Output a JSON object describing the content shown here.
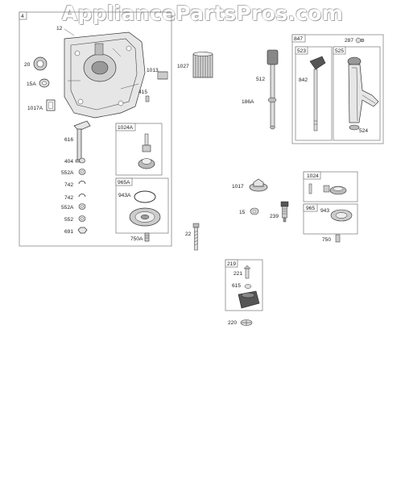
{
  "watermark": "AppliancePartsPros.com",
  "labels": {
    "box4": "4",
    "p12": "12",
    "p20": "20",
    "p15A": "15A",
    "p1017A": "1017A",
    "p1013": "1013",
    "p415": "415",
    "p616": "616",
    "p1024A": "1024A",
    "p404": "404",
    "p552A_1": "552A",
    "p742_1": "742",
    "p742_2": "742",
    "p552A_2": "552A",
    "p552": "552",
    "p691": "691",
    "p965A": "965A",
    "p943A": "943A",
    "p750A": "750A",
    "p1027": "1027",
    "p22": "22",
    "p512": "512",
    "p186A": "186A",
    "p847": "847",
    "p287": "287",
    "p523": "523",
    "p525": "525",
    "p842": "842",
    "p524": "524",
    "p1017": "1017",
    "p1024": "1024",
    "p15": "15",
    "p239": "239",
    "p965": "965",
    "p943": "943",
    "p750": "750",
    "p219": "219",
    "p221": "221",
    "p615": "615",
    "p220": "220"
  }
}
